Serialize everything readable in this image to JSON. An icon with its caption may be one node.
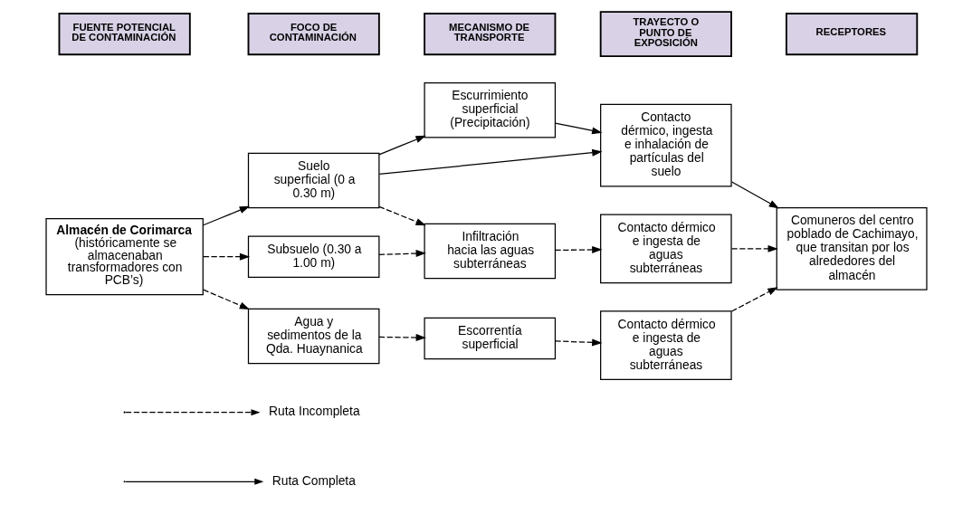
{
  "diagram": {
    "nodes": [
      {
        "text": [
          "FUENTE POTENCIAL DE CONTAMINACIÓN"
        ]
      },
      {
        "text": [
          "FOCO DE CONTAMINACIÓN"
        ]
      },
      {
        "text": [
          "MECANISMO DE TRANSPORTE"
        ]
      },
      {
        "text": [
          "TRAYECTO O PUNTO DE EXPOSICIÓN"
        ]
      },
      {
        "text": [
          "RECEPTORES"
        ]
      },
      {
        "text": [
          "Almacén de Corimarca",
          "(históricamente se almacenaban transformadores con PCB’s)"
        ]
      },
      {
        "text": [
          "Suelo superficial (0 a 0.30 m)"
        ]
      },
      {
        "text": [
          "Escurrimiento superficial (Precipitación)"
        ]
      },
      {
        "text": [
          "Contacto dérmico, ingesta e inhalación de partículas del suelo"
        ]
      },
      {
        "text": [
          "Subsuelo (0.30 a 1.00 m)"
        ]
      },
      {
        "text": [
          "Infiltración hacia las aguas subterráneas"
        ]
      },
      {
        "text": [
          "Contacto dérmico e ingesta de aguas subterráneas"
        ]
      },
      {
        "text": [
          "Comuneros del centro poblado de Cachimayo, que transitan por los alrededores del almacén"
        ]
      },
      {
        "text": [
          "Agua y sedimentos de la Qda. Huaynanica"
        ]
      },
      {
        "text": [
          "Escorrentía superficial"
        ]
      },
      {
        "text": [
          "Contacto dérmico e ingesta de aguas subterráneas"
        ]
      }
    ],
    "edges": [
      {
        "from": 5,
        "to": 6,
        "arrow": "to"
      },
      {
        "from": 5,
        "to": 9,
        "arrow": "to",
        "style": "dashed"
      },
      {
        "from": 5,
        "to": 13,
        "arrow": "to",
        "style": "dashed"
      },
      {
        "from": 6,
        "to": 8,
        "arrow": "to"
      },
      {
        "from": 6,
        "to": 7,
        "arrow": "to"
      },
      {
        "from": 7,
        "to": 8,
        "arrow": "to"
      },
      {
        "from": 6,
        "to": 10,
        "arrow": "to",
        "style": "dashed"
      },
      {
        "from": 9,
        "to": 10,
        "arrow": "to",
        "style": "dashed"
      },
      {
        "from": 10,
        "to": 11,
        "arrow": "to",
        "style": "dashed"
      },
      {
        "from": 8,
        "to": 12,
        "arrow": "to"
      },
      {
        "from": 11,
        "to": 12,
        "arrow": "to",
        "style": "dashed"
      },
      {
        "from": 13,
        "to": 14,
        "arrow": "to",
        "style": "dashed"
      },
      {
        "from": 14,
        "to": 15,
        "arrow": "to",
        "style": "dashed"
      },
      {
        "from": 15,
        "to": 12,
        "arrow": "to",
        "style": "dashed"
      }
    ],
    "legend": [
      {
        "text": "Ruta Incompleta"
      },
      {
        "text": "Ruta Completa"
      }
    ]
  }
}
